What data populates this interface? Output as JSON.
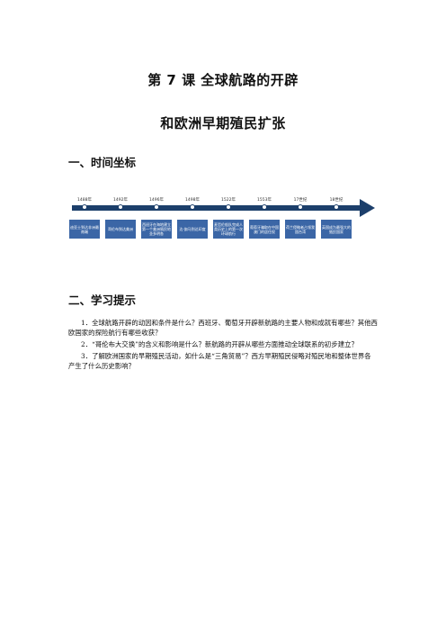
{
  "title_line1": "第 7 课  全球航路的开辟",
  "title_line2": "和欧洲早期殖民扩张",
  "section1_heading": "一、时间坐标",
  "section2_heading": "二、学习提示",
  "timeline": {
    "events": [
      {
        "year": "1488年",
        "text": "迪亚士到达非洲最南端"
      },
      {
        "year": "1492年",
        "text": "哥伦布到达美洲"
      },
      {
        "year": "1496年",
        "text": "西班牙在海地建立第一个美洲殖民地圣多明各"
      },
      {
        "year": "1498年",
        "text": "达·伽马到达印度"
      },
      {
        "year": "1522年",
        "text": "麦哲伦船队完成人类历史上的第一次环球航行"
      },
      {
        "year": "1553年",
        "text": "葡萄牙骗取在中国澳门的居住权"
      },
      {
        "year": "17世纪",
        "text": "荷兰侵略者占领我国台湾"
      },
      {
        "year": "18世纪",
        "text": "英国成为最强大的殖民国家"
      }
    ]
  },
  "tips": [
    "1．全球航路开辟的动因和条件是什么？西班牙、葡萄牙开辟新航路的主要人物和成就有哪些？其他西欧国家的探险航行有哪些收获？",
    "2．“哥伦布大交换”的含义和影响是什么？新航路的开辟从哪些方面推动全球联系的初步建立？",
    "3．了解欧洲国家的早期殖民活动，如什么是“三角贸易”？西方早期殖民侵略对殖民地和整体世界各产生了什么历史影响？"
  ]
}
